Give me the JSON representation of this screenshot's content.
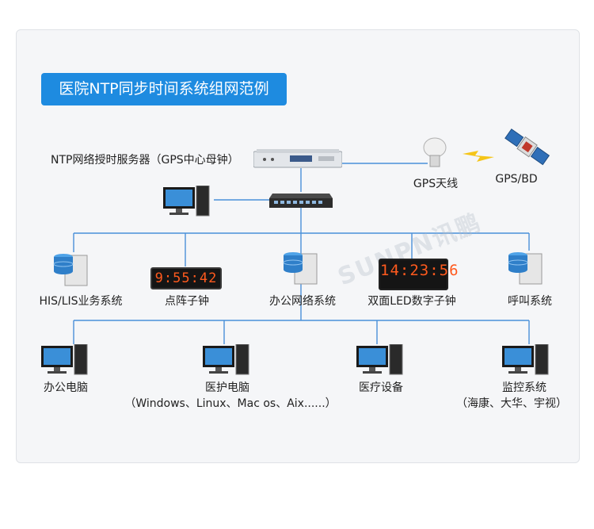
{
  "title": "医院NTP同步时间系统组网范例",
  "watermark": "SUNPN讯鹏",
  "server": {
    "label": "NTP网络授时服务器（GPS中心母钟）"
  },
  "gps_antenna": {
    "label": "GPS天线"
  },
  "satellite": {
    "label": "GPS/BD"
  },
  "tier2": [
    {
      "label": "HIS/LIS业务系统"
    },
    {
      "label": "点阵子钟",
      "display": "9:55:42"
    },
    {
      "label": "办公网络系统"
    },
    {
      "label": "双面LED数字子钟",
      "display": "14:23:56"
    },
    {
      "label": "呼叫系统"
    }
  ],
  "tier3": [
    {
      "label": "办公电脑",
      "sub": ""
    },
    {
      "label": "医护电脑",
      "sub": "（Windows、Linux、Mac os、Aix......）"
    },
    {
      "label": "医疗设备",
      "sub": ""
    },
    {
      "label": "监控系统",
      "sub": "（海康、大华、宇视）"
    }
  ],
  "colors": {
    "accent": "#1e8be0",
    "line": "#4a90d9",
    "clock_digits": "#ff5a1e"
  }
}
